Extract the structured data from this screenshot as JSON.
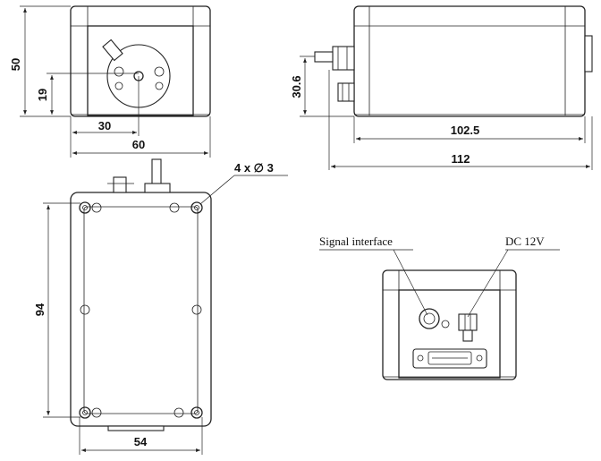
{
  "front_view": {
    "dims": {
      "height": "50",
      "center_height": "19",
      "center_offset": "30",
      "width": "60"
    }
  },
  "side_view": {
    "dims": {
      "connector_height": "30.6",
      "body_length": "102.5",
      "overall_length": "112"
    }
  },
  "top_view": {
    "dims": {
      "holes": "4 x ∅ 3",
      "length": "94",
      "width": "54"
    }
  },
  "rear_view": {
    "labels": {
      "signal_interface": "Signal interface",
      "dc_input": "DC 12V"
    }
  }
}
